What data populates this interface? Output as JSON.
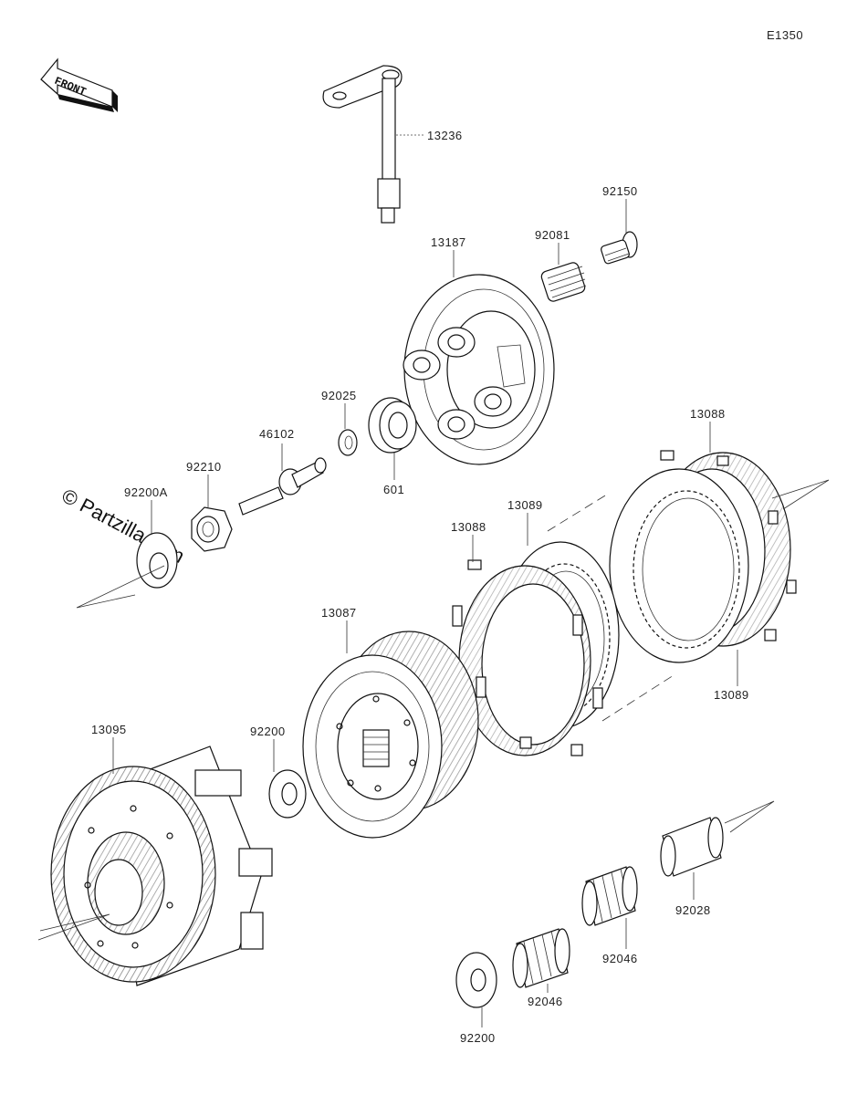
{
  "diagram": {
    "code": "E1350",
    "front_label": "FRONT",
    "watermark": "© Partzilla.com",
    "parts": {
      "p13236": "13236",
      "p92150": "92150",
      "p13187": "13187",
      "p92081": "92081",
      "p92025": "92025",
      "p46102": "46102",
      "p601": "601",
      "p92210": "92210",
      "p92200A": "92200A",
      "p13088a": "13088",
      "p13089a": "13089",
      "p13088b": "13088",
      "p13089b": "13089",
      "p13087": "13087",
      "p13095": "13095",
      "p92200a": "92200",
      "p92200b": "92200",
      "p92046a": "92046",
      "p92046b": "92046",
      "p92028": "92028"
    }
  }
}
